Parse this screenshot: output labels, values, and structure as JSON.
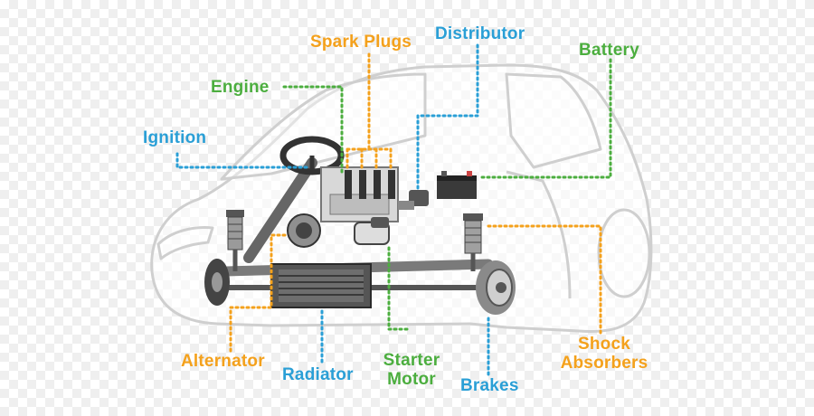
{
  "colors": {
    "orange": "#f4a11c",
    "green": "#4cae3f",
    "blue": "#2a9fd6",
    "car_outline": "#cfcfcf",
    "part_dark": "#3a3a3a"
  },
  "labels": {
    "spark_plugs": "Spark Plugs",
    "distributor": "Distributor",
    "battery": "Battery",
    "engine": "Engine",
    "ignition": "Ignition",
    "alternator": "Alternator",
    "radiator": "Radiator",
    "starter_motor_line1": "Starter",
    "starter_motor_line2": "Motor",
    "brakes": "Brakes",
    "shock_absorbers_line1": "Shock",
    "shock_absorbers_line2": "Absorbers"
  }
}
